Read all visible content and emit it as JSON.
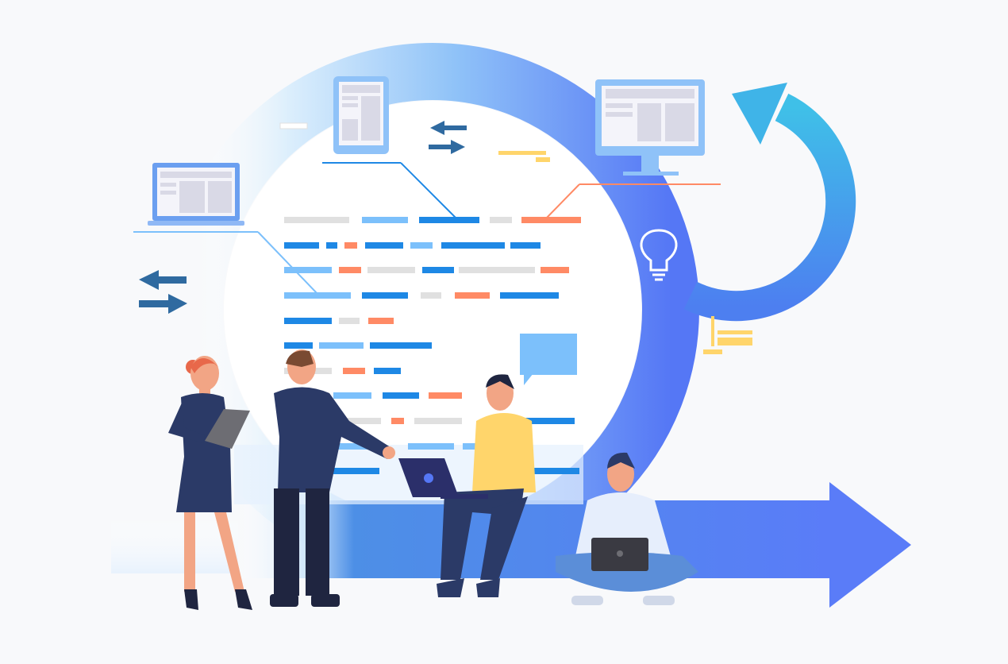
{
  "colors": {
    "background": "#f8f9fb",
    "ring_light": "#dbeefc",
    "ring_dark": "#5577f5",
    "cycle_arrow": "#3fb4e8",
    "code_blue": "#1e88e5",
    "code_light_blue": "#7cc0fb",
    "code_orange": "#ff8a65",
    "code_gray": "#e0e0e0",
    "navy": "#2b3a67",
    "yellow": "#ffd56b"
  },
  "icons": [
    "laptop-icon",
    "tablet-icon",
    "monitor-icon",
    "lightbulb-icon",
    "swap-arrows-icon",
    "speech-bubble-icon",
    "cycle-arrow-icon",
    "forward-arrow-icon"
  ],
  "people": [
    "woman-with-tablet",
    "man-pointing",
    "man-with-laptop-sitting",
    "man-sitting-cross-legged"
  ]
}
